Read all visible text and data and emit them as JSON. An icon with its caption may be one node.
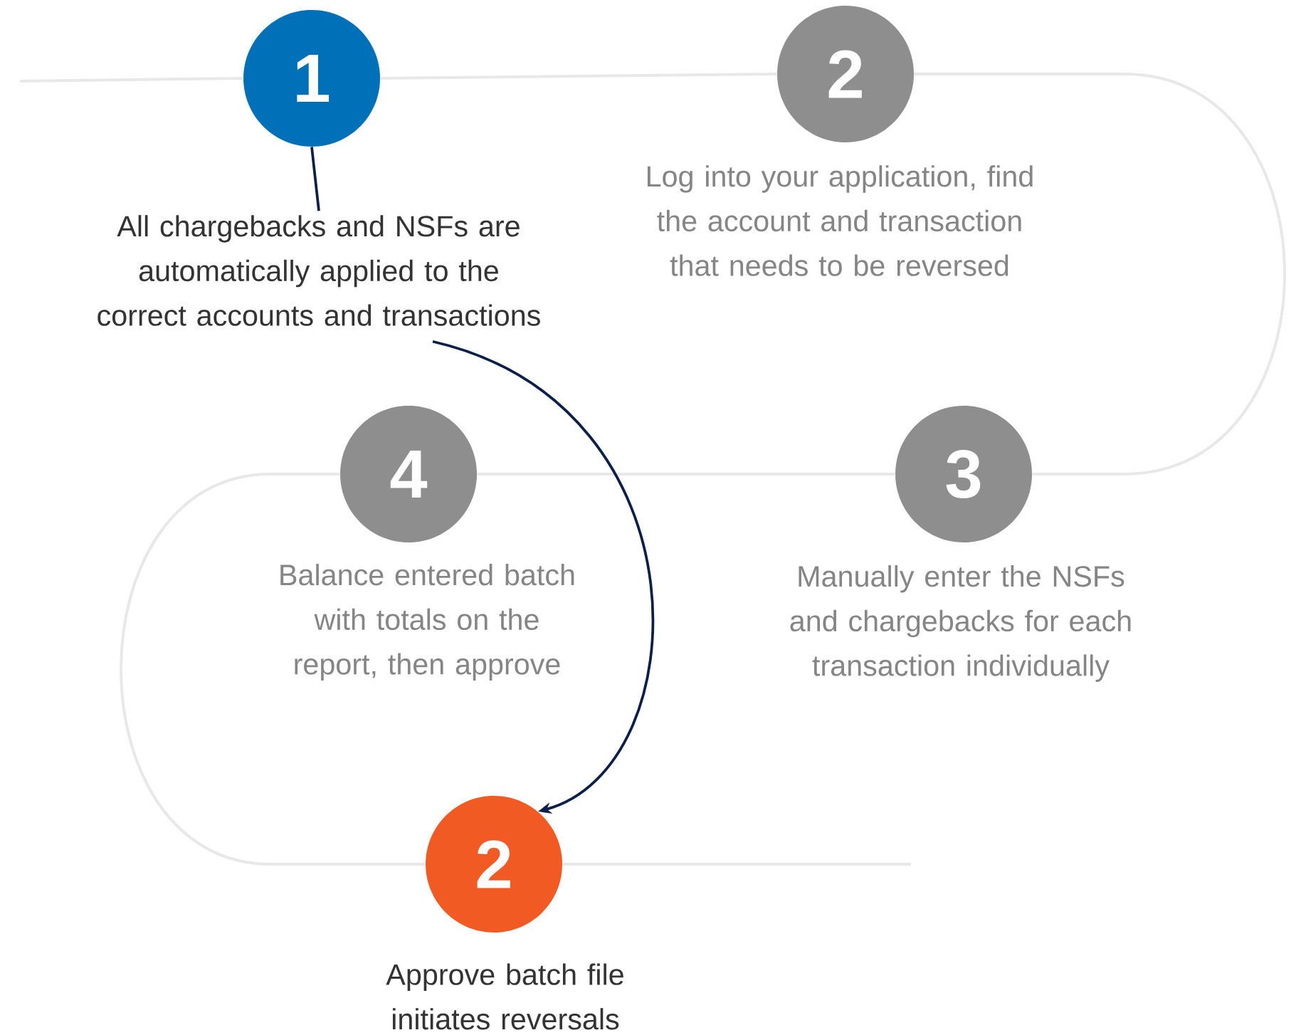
{
  "diagram": {
    "nodes": [
      {
        "text": [
          "1"
        ]
      },
      {
        "text": [
          "All chargebacks and NSFs are automatically applied to the correct accounts and transactions"
        ]
      },
      {
        "text": [
          "2"
        ]
      },
      {
        "text": [
          "Log into your application, find the account and transaction that needs to be reversed"
        ]
      },
      {
        "text": [
          "4"
        ]
      },
      {
        "text": [
          "Balance entered batch with totals on the report, then approve"
        ]
      },
      {
        "text": [
          "3"
        ]
      },
      {
        "text": [
          "Manually enter the NSFs and chargebacks for each transaction individually"
        ]
      },
      {
        "text": [
          "2"
        ]
      },
      {
        "text": [
          "Approve batch file initiates reversals"
        ]
      }
    ],
    "edges": [
      {
        "from": null,
        "to": 0,
        "arrow": "none"
      },
      {
        "from": 0,
        "to": 2,
        "arrow": "none"
      },
      {
        "from": 2,
        "to": 6,
        "arrow": "none"
      },
      {
        "from": 6,
        "to": 4,
        "arrow": "none"
      },
      {
        "from": 4,
        "to": 8,
        "arrow": "none"
      },
      {
        "from": 8,
        "to": null,
        "arrow": "none"
      },
      {
        "from": 0,
        "to": 1,
        "arrow": "none",
        "color": "#0b1f4b"
      },
      {
        "from": 1,
        "to": 8,
        "arrow": "to",
        "color": "#0b1f4b"
      }
    ]
  }
}
